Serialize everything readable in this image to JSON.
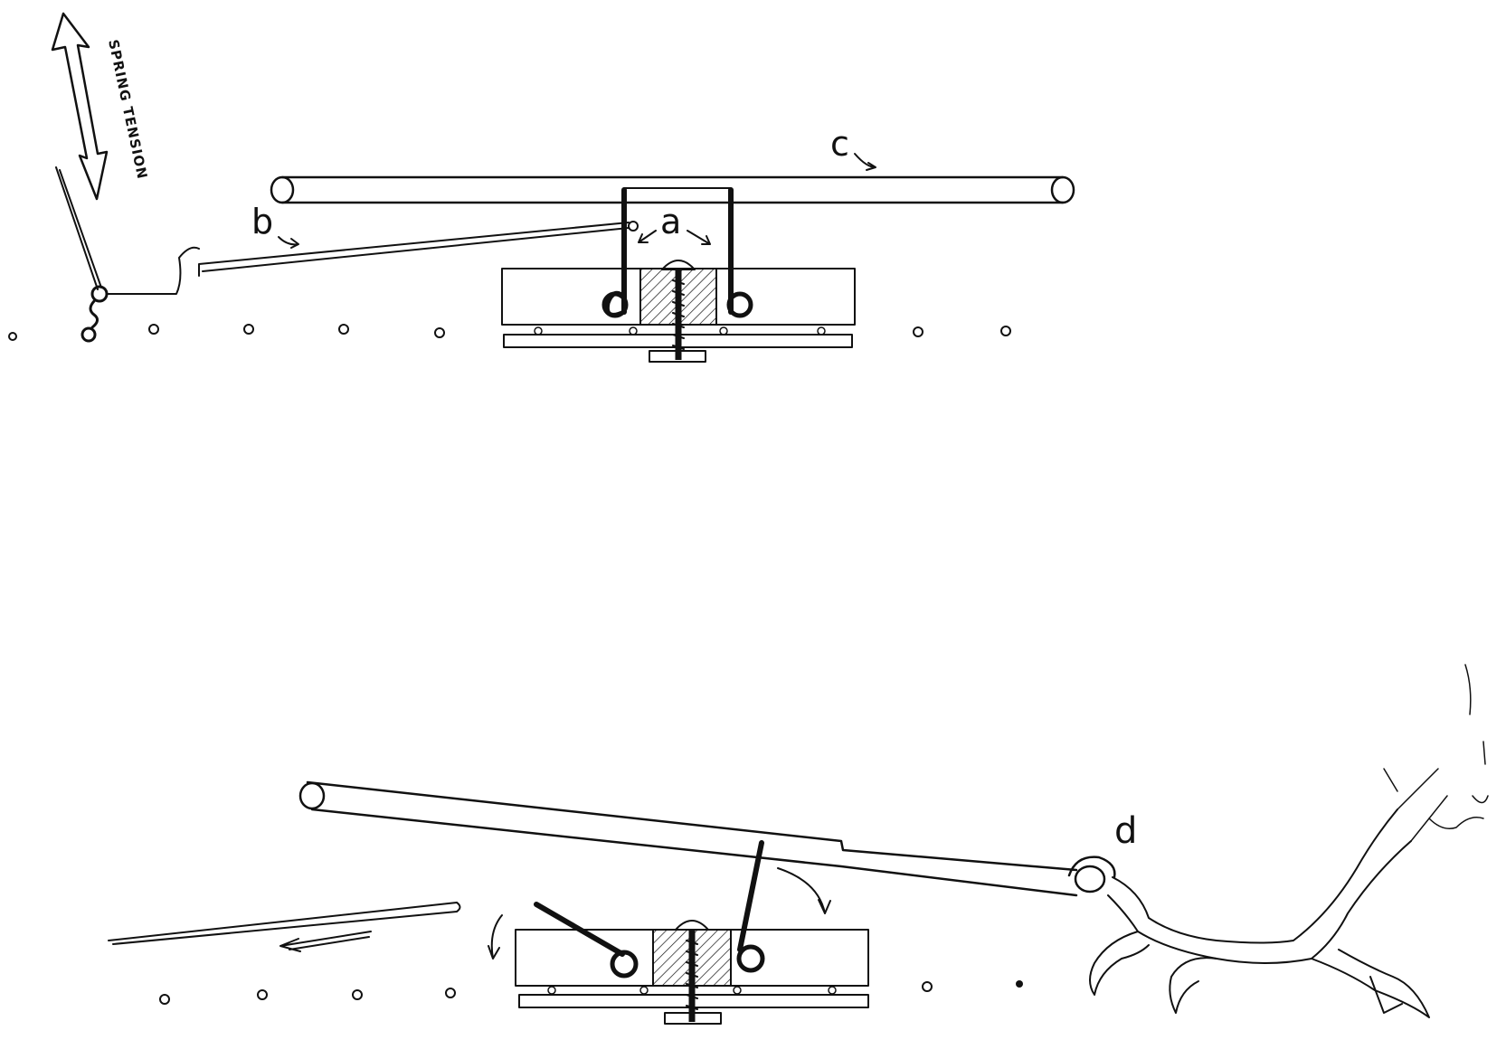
{
  "labels": {
    "spring_tension": "SPRING TENSION",
    "a": "a",
    "b": "b",
    "c": "c",
    "d": "d"
  },
  "colors": {
    "ink": "#111111",
    "paper": "#ffffff"
  }
}
